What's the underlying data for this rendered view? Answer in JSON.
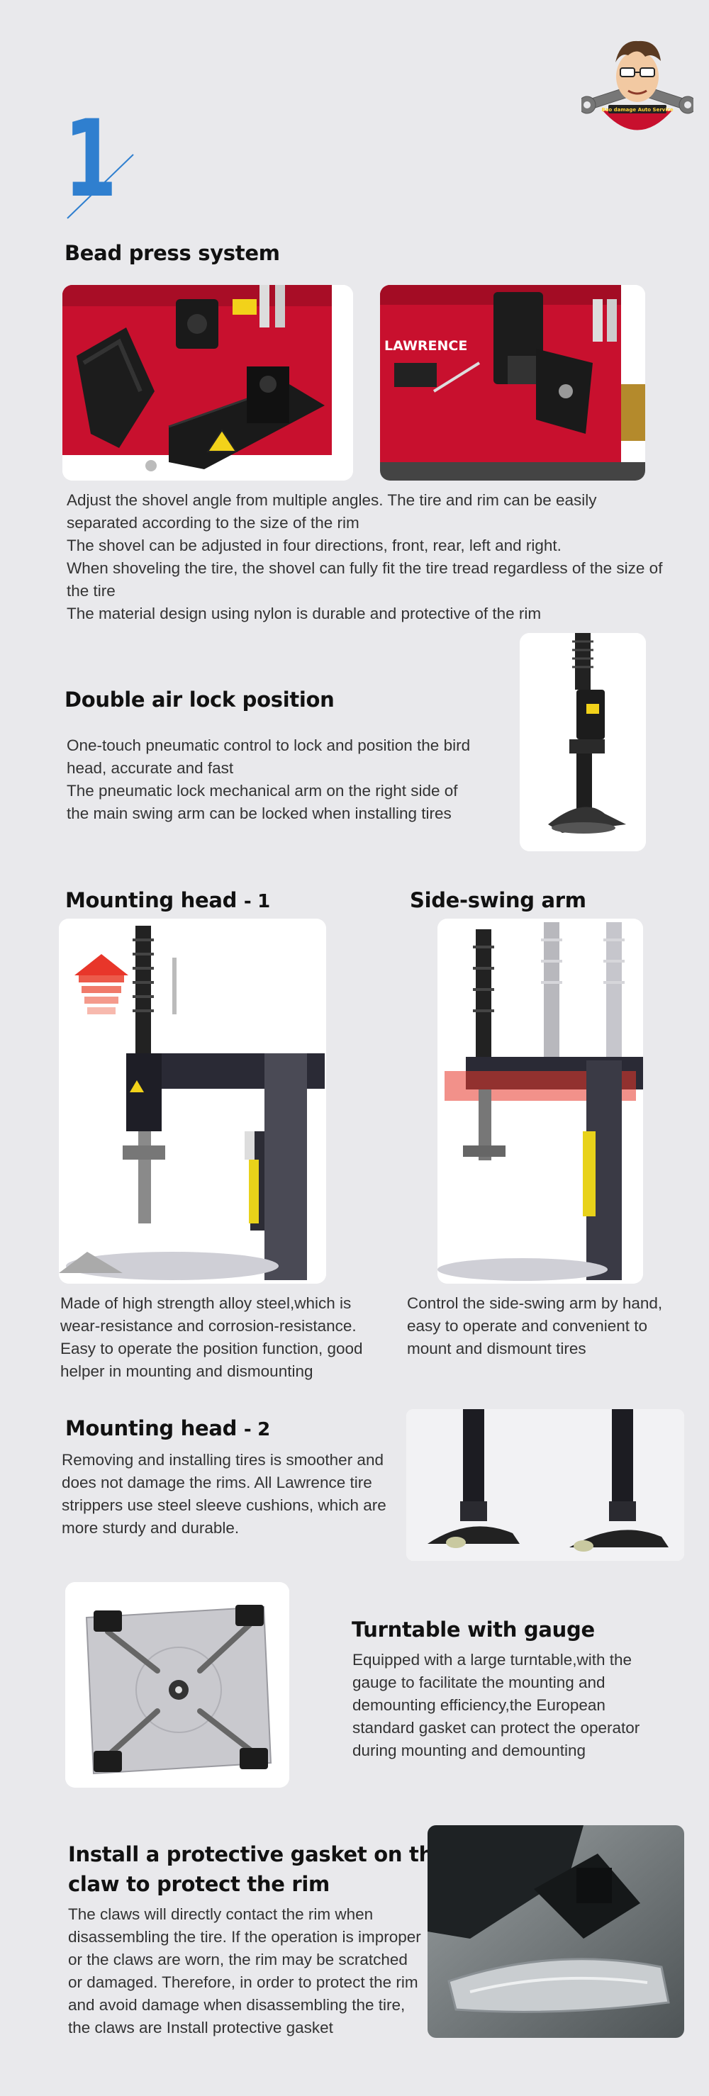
{
  "logo": {
    "text": "Bao damage Auto Service"
  },
  "section_number": "1",
  "sections": {
    "bead_press": {
      "title": "Bead press system",
      "photo_brand": "LAWRENCE",
      "paragraphs": [
        "Adjust the shovel angle from multiple angles. The tire and rim can be easily separated according to the size of the rim",
        "The shovel can be adjusted in four directions, front, rear, left and right.",
        "When shoveling the tire, the shovel can fully fit the tire tread regardless of the size of the tire",
        "The material design using nylon is durable and protective of the rim"
      ]
    },
    "air_lock": {
      "title": "Double air lock position",
      "paragraphs": [
        "One-touch pneumatic control to lock and position the bird head, accurate and fast",
        "The pneumatic lock mechanical arm on the right side of the main swing arm can be locked when installing tires"
      ]
    },
    "mounting_head_1": {
      "title": "Mounting head",
      "suffix": "- 1",
      "paragraphs": [
        "Made of high strength alloy steel,which is wear-resistance and corrosion-resistance.",
        "Easy to operate the position function, good helper in mounting and dismounting"
      ]
    },
    "side_swing": {
      "title": "Side-swing arm",
      "paragraphs": [
        "Control the side-swing arm by hand, easy to operate and convenient to mount and dismount tires"
      ]
    },
    "mounting_head_2": {
      "title": "Mounting head",
      "suffix": "- 2",
      "paragraphs": [
        "Removing and installing tires is smoother and does not damage the rims. All Lawrence tire strippers use steel sleeve cushions, which are more sturdy and durable."
      ]
    },
    "turntable": {
      "title": "Turntable with gauge",
      "paragraphs": [
        "Equipped with a large turntable,with the gauge to facilitate the mounting and demounting efficiency,the European standard gasket can protect the operator during mounting and demounting"
      ]
    },
    "gasket": {
      "title_line1": "Install a protective gasket on the",
      "title_line2": "claw to protect the rim",
      "paragraphs": [
        "The claws will directly contact the rim when disassembling the tire. If the operation is improper or the claws are worn, the rim may be scratched or damaged. Therefore, in order to protect the rim and avoid damage when disassembling the tire, the claws are Install protective gasket"
      ]
    }
  },
  "colors": {
    "background": "#e9e9ec",
    "accent_blue": "#2f7fcf",
    "machine_red": "#c8102e",
    "heading": "#111111",
    "body_text": "#333333"
  }
}
